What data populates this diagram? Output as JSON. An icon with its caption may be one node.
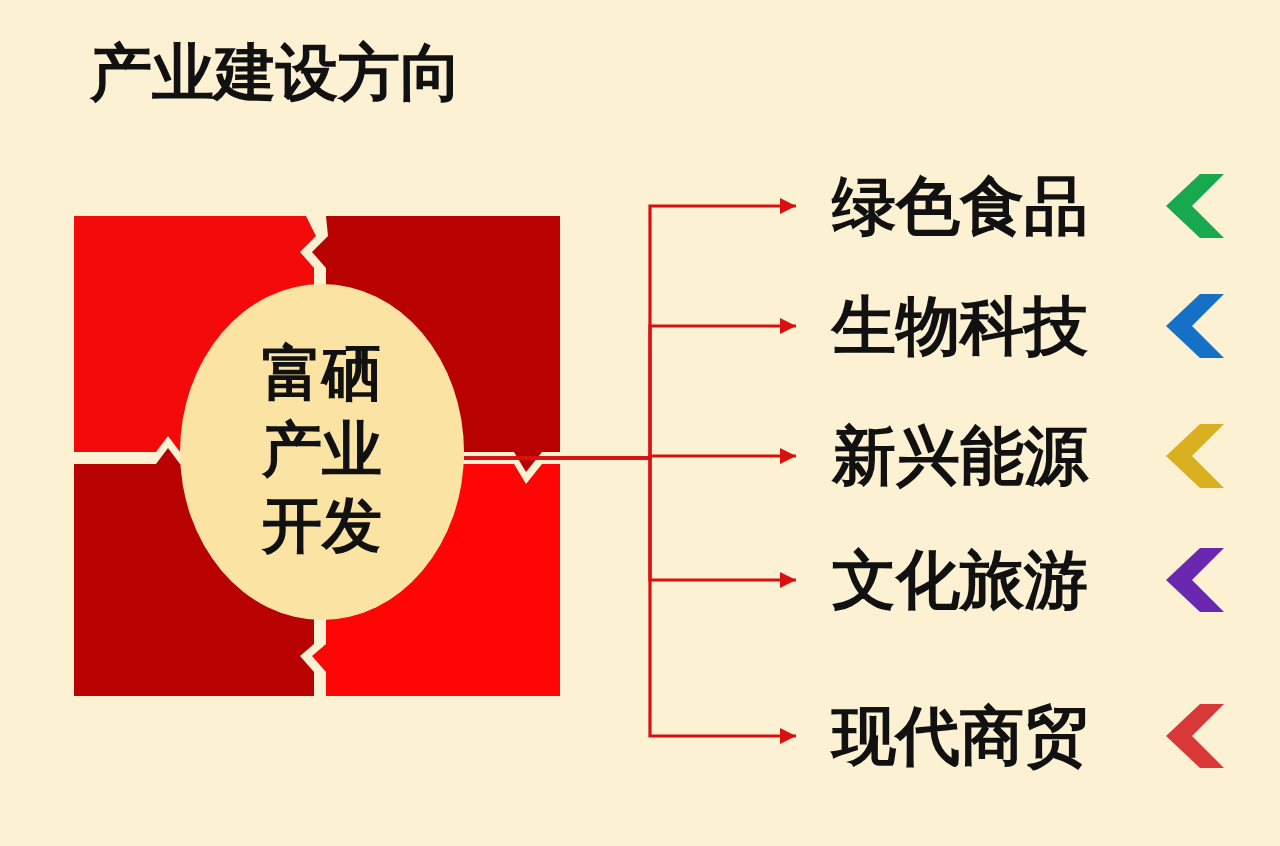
{
  "diagram": {
    "title": "产业建设方向",
    "nodes": [
      {
        "text": [
          "富硒产业开发"
        ]
      },
      {
        "text": [
          "绿色食品"
        ]
      },
      {
        "text": [
          "生物科技"
        ]
      },
      {
        "text": [
          "新兴能源"
        ]
      },
      {
        "text": [
          "文化旅游"
        ]
      },
      {
        "text": [
          "现代商贸"
        ]
      }
    ],
    "edges": [
      {
        "from": 0,
        "to": 1,
        "arrow": "to"
      },
      {
        "from": 0,
        "to": 2,
        "arrow": "to"
      },
      {
        "from": 0,
        "to": 3,
        "arrow": "to"
      },
      {
        "from": 0,
        "to": 4,
        "arrow": "to"
      },
      {
        "from": 0,
        "to": 5,
        "arrow": "to"
      }
    ]
  }
}
